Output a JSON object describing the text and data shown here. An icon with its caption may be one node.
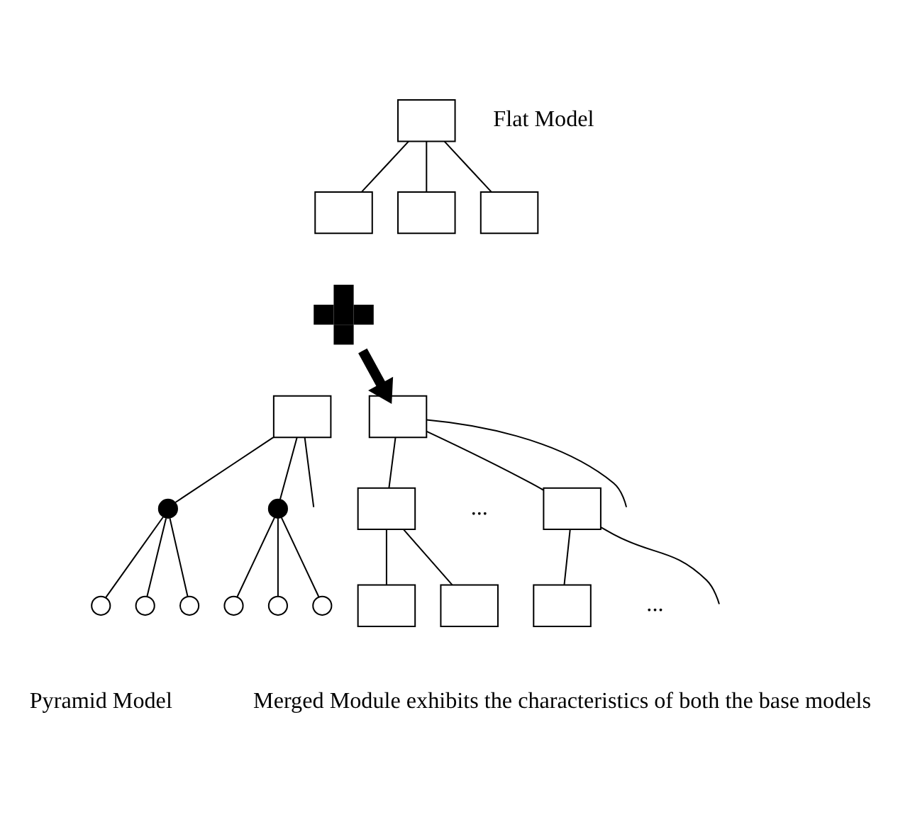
{
  "diagram": {
    "nodes": [
      {
        "text": [],
        "shape": "box"
      },
      {
        "text": [],
        "shape": "box"
      },
      {
        "text": [],
        "shape": "box"
      },
      {
        "text": [],
        "shape": "box"
      },
      {
        "text": [],
        "shape": "plus"
      },
      {
        "text": [],
        "shape": "box"
      },
      {
        "text": [],
        "shape": "circle"
      },
      {
        "text": [],
        "shape": "circle"
      },
      {
        "text": [],
        "shape": "circle"
      },
      {
        "text": [],
        "shape": "circle"
      },
      {
        "text": [],
        "shape": "circle"
      },
      {
        "text": [],
        "shape": "circle"
      },
      {
        "text": [],
        "shape": "circle"
      },
      {
        "text": [],
        "shape": "circle"
      },
      {
        "text": [],
        "shape": "box"
      },
      {
        "text": [],
        "shape": "box"
      },
      {
        "text": [],
        "shape": "box"
      },
      {
        "text": [],
        "shape": "box"
      },
      {
        "text": [],
        "shape": "box"
      },
      {
        "text": [],
        "shape": "box"
      }
    ],
    "edges": [
      {
        "from": 0,
        "to": 1,
        "arrow": "none"
      },
      {
        "from": 0,
        "to": 2,
        "arrow": "none"
      },
      {
        "from": 0,
        "to": 3,
        "arrow": "none"
      },
      {
        "from": 5,
        "to": 6,
        "arrow": "none"
      },
      {
        "from": 5,
        "to": null,
        "arrow": "none"
      },
      {
        "from": 5,
        "to": 7,
        "arrow": "none"
      },
      {
        "from": 6,
        "to": 8,
        "arrow": "none"
      },
      {
        "from": 6,
        "to": 9,
        "arrow": "none"
      },
      {
        "from": 6,
        "to": 10,
        "arrow": "none"
      },
      {
        "from": 7,
        "to": 11,
        "arrow": "none"
      },
      {
        "from": 7,
        "to": 12,
        "arrow": "none"
      },
      {
        "from": 7,
        "to": 13,
        "arrow": "none"
      },
      {
        "from": 4,
        "to": 14,
        "arrow": "to",
        "style": "thick"
      },
      {
        "from": 14,
        "to": 15,
        "arrow": "none"
      },
      {
        "from": 14,
        "to": null,
        "arrow": "none"
      },
      {
        "from": 14,
        "to": 16,
        "arrow": "none"
      },
      {
        "from": 15,
        "to": 17,
        "arrow": "none"
      },
      {
        "from": 15,
        "to": 18,
        "arrow": "none"
      },
      {
        "from": 16,
        "to": 19,
        "arrow": "none"
      },
      {
        "from": 16,
        "to": null,
        "arrow": "none"
      }
    ],
    "labels": [
      "Flat Model",
      "...",
      "...",
      "Pyramid Model",
      "Merged Module exhibits the characteristics of both the base models"
    ]
  }
}
